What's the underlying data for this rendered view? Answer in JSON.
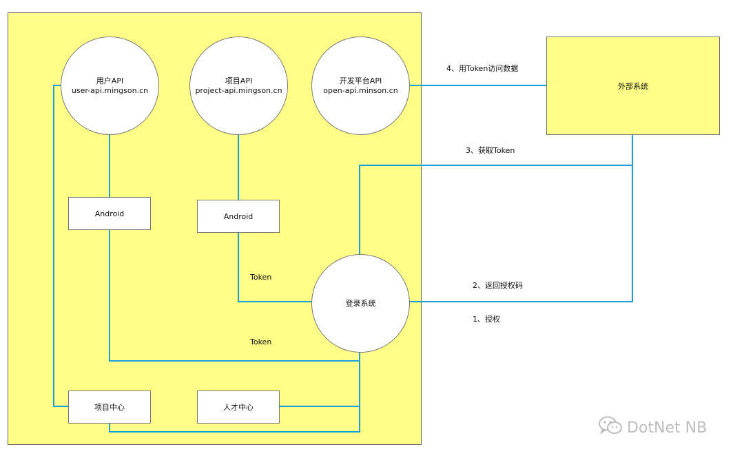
{
  "nodes": {
    "user_api": {
      "line1": "用户API",
      "line2": "user-api.mingson.cn"
    },
    "project_api": {
      "line1": "项目API",
      "line2": "project-api.mingson.cn"
    },
    "open_api": {
      "line1": "开发平台API",
      "line2": "open-api.minson.cn"
    },
    "android_1": "Android",
    "android_2": "Android",
    "login": "登录系统",
    "external": "外部系统",
    "project_center": "项目中心",
    "talent_center": "人才中心"
  },
  "edge_labels": {
    "step4": "4、用Token访问数据",
    "step3": "3、获取Token",
    "step2": "2、返回授权码",
    "step1": "1、授权",
    "token_1": "Token",
    "token_2": "Token"
  },
  "watermark": {
    "text": "DotNet NB",
    "icon": "wechat-icon"
  },
  "colors": {
    "container": "#ffff88",
    "connector": "#1aa0d8",
    "node_fill": "#ffffff"
  }
}
